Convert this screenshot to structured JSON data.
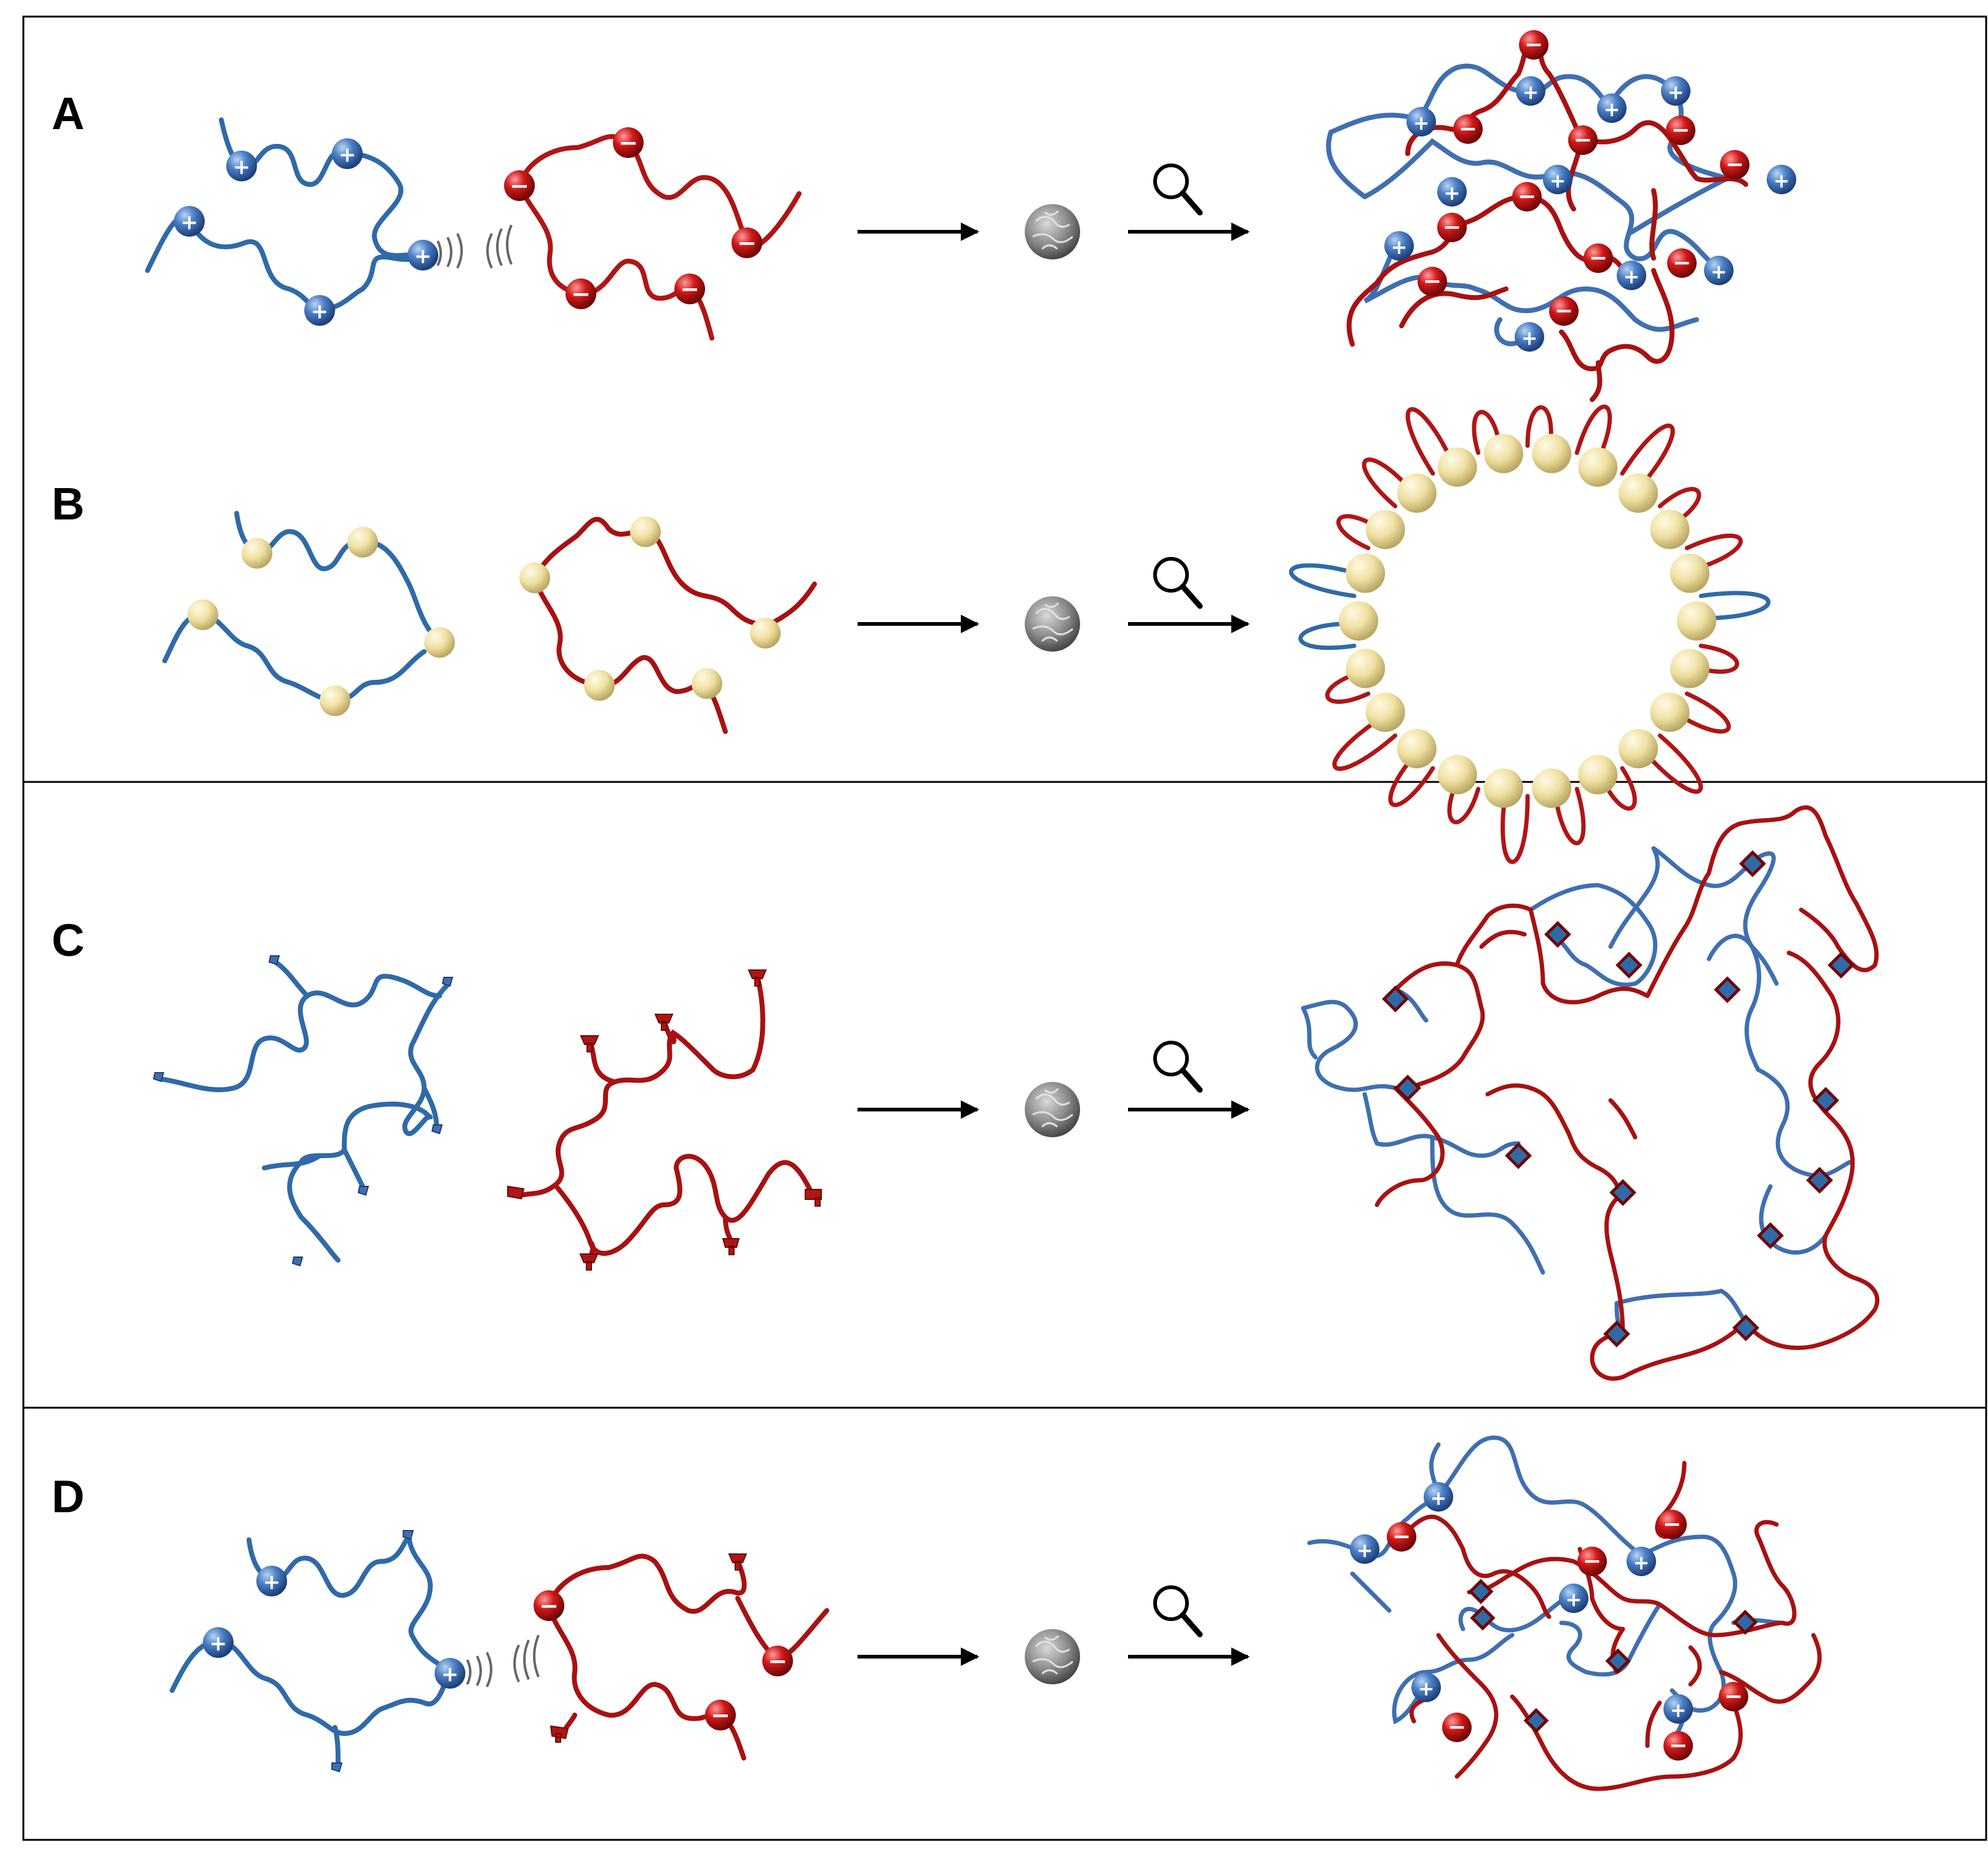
{
  "colors": {
    "polycation": "#2f6aa8",
    "polyanion": "#b01515",
    "hydrophobe": "#efe0a0",
    "border": "#000000",
    "particle": "#7a7a7a"
  },
  "icons": {
    "zoom": "magnifier-icon",
    "arrow": "arrow-right-icon",
    "particle": "nanoparticle-icon"
  },
  "panels": [
    {
      "label": "A"
    },
    {
      "label": "B"
    },
    {
      "label": "C"
    },
    {
      "label": "D"
    }
  ],
  "charges": {
    "plus": "+",
    "minus": "−"
  }
}
